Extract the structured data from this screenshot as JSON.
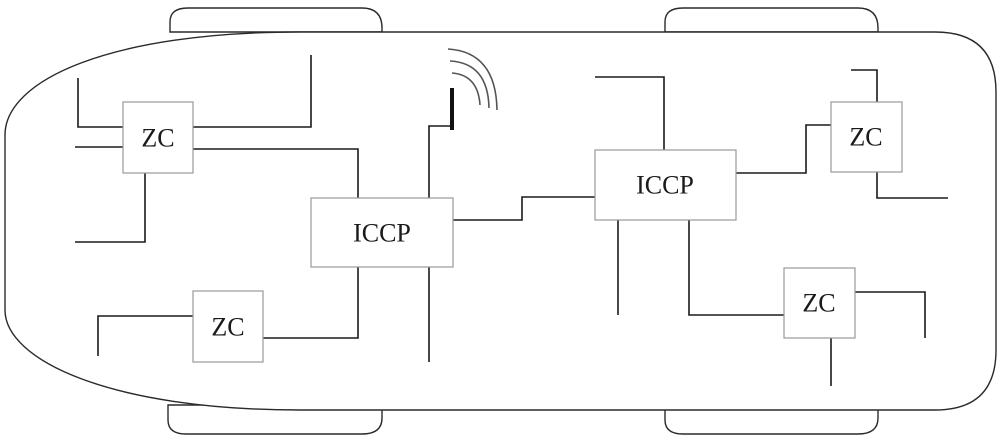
{
  "diagram": {
    "kind": "vehicle zonal network topology",
    "zc_label": "ZC",
    "iccp_label": "ICCP",
    "nodes": [
      {
        "id": "zc-top-left",
        "label": "ZC"
      },
      {
        "id": "zc-bottom-left",
        "label": "ZC"
      },
      {
        "id": "iccp-left",
        "label": "ICCP"
      },
      {
        "id": "iccp-right",
        "label": "ICCP"
      },
      {
        "id": "zc-top-right",
        "label": "ZC"
      },
      {
        "id": "zc-bottom-right",
        "label": "ZC"
      }
    ],
    "connections": [
      {
        "from": "zc-top-left",
        "to": "iccp-left"
      },
      {
        "from": "zc-bottom-left",
        "to": "iccp-left"
      },
      {
        "from": "iccp-left",
        "to": "iccp-right"
      },
      {
        "from": "iccp-right",
        "to": "zc-top-right"
      },
      {
        "from": "iccp-right",
        "to": "zc-bottom-right"
      }
    ],
    "antenna": {
      "attached_to": "iccp-left",
      "icon": "antenna-signal-icon"
    },
    "colors": {
      "line": "#1a1a1a",
      "box_border": "#9a9a9a",
      "background": "#ffffff"
    }
  }
}
